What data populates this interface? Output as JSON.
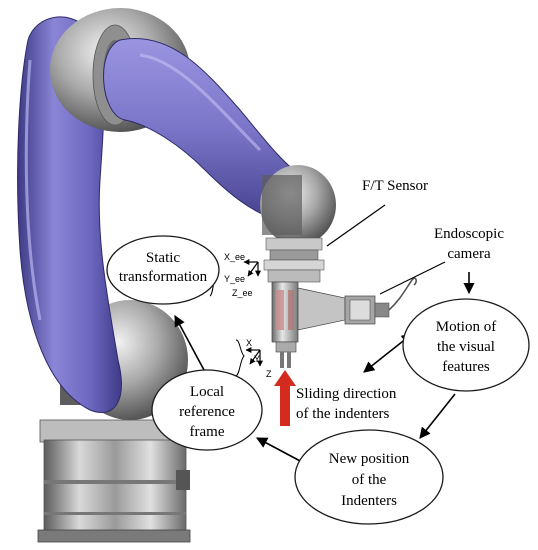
{
  "labels": {
    "ft_sensor": "F/T Sensor",
    "endo_line1": "Endoscopic",
    "endo_line2": "camera",
    "static_line1": "Static",
    "static_line2": "transformation",
    "motion_line1": "Motion of",
    "motion_line2": "the visual",
    "motion_line3": "features",
    "local_line1": "Local",
    "local_line2": "reference",
    "local_line3": "frame",
    "sliding_line1": "Sliding direction",
    "sliding_line2": "of the indenters",
    "newpos_line1": "New position",
    "newpos_line2": "of the",
    "newpos_line3": "Indenters"
  },
  "frames": {
    "ee_x": "X_ee",
    "ee_y": "Y_ee",
    "ee_z": "Z_ee",
    "local_x": "X",
    "local_y": "Y",
    "local_z": "Z"
  },
  "colors": {
    "arm_purple": "#7b76c9",
    "arm_purple_dark": "#4e4a9a",
    "joint_grey": "#9a9a9a",
    "base_grey": "#8c8c8c",
    "sliding_arrow": "#d42b1f"
  }
}
